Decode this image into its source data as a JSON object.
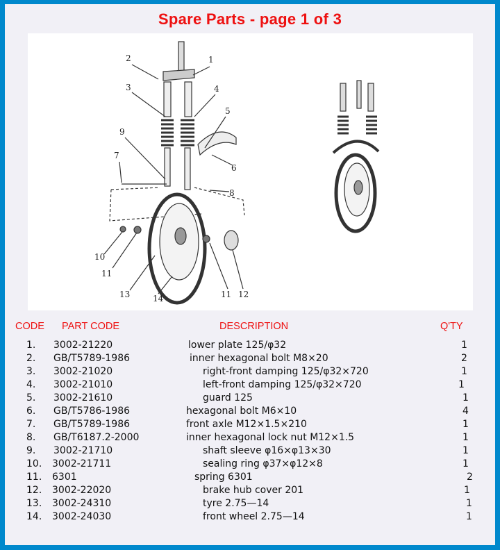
{
  "title": "Spare Parts - page 1 of 3",
  "diagram": {
    "callouts": [
      "1",
      "2",
      "3",
      "4",
      "5",
      "6",
      "7",
      "8",
      "9",
      "10",
      "11",
      "11",
      "12",
      "13",
      "14"
    ]
  },
  "table": {
    "headers": {
      "code": "CODE",
      "part_code": "PART CODE",
      "description": "DESCRIPTION",
      "qty": "Q'TY"
    },
    "rows": [
      {
        "code": "1.",
        "part_code": "3002-21220",
        "description": "lower plate 125/φ32",
        "qty": "1"
      },
      {
        "code": "2.",
        "part_code": "GB/T5789-1986",
        "description": "inner hexagonal bolt M8×20",
        "qty": "2"
      },
      {
        "code": "3.",
        "part_code": "3002-21020",
        "description": "right-front damping 125/φ32×720",
        "qty": "1"
      },
      {
        "code": "4.",
        "part_code": "3002-21010",
        "description": "left-front damping 125/φ32×720",
        "qty": "1"
      },
      {
        "code": "5.",
        "part_code": "3002-21610",
        "description": "guard 125",
        "qty": "1"
      },
      {
        "code": "6.",
        "part_code": "GB/T5786-1986",
        "description": "hexagonal bolt M6×10",
        "qty": "4"
      },
      {
        "code": "7.",
        "part_code": "GB/T5789-1986",
        "description": "front axle M12×1.5×210",
        "qty": "1"
      },
      {
        "code": "8.",
        "part_code": "GB/T6187.2-2000",
        "description": "inner hexagonal lock nut M12×1.5",
        "qty": "1"
      },
      {
        "code": "9.",
        "part_code": "3002-21710",
        "description": "shaft sleeve φ16×φ13×30",
        "qty": "1"
      },
      {
        "code": "10.",
        "part_code": "3002-21711",
        "description": "sealing ring φ37×φ12×8",
        "qty": "1"
      },
      {
        "code": "11.",
        "part_code": "6301",
        "description": "spring 6301",
        "qty": "2"
      },
      {
        "code": "12.",
        "part_code": "3002-22020",
        "description": "brake hub cover 201",
        "qty": "1"
      },
      {
        "code": "13.",
        "part_code": "3002-24310",
        "description": "tyre 2.75—14",
        "qty": "1"
      },
      {
        "code": "14.",
        "part_code": "3002-24030",
        "description": "front wheel 2.75—14",
        "qty": "1"
      }
    ]
  }
}
